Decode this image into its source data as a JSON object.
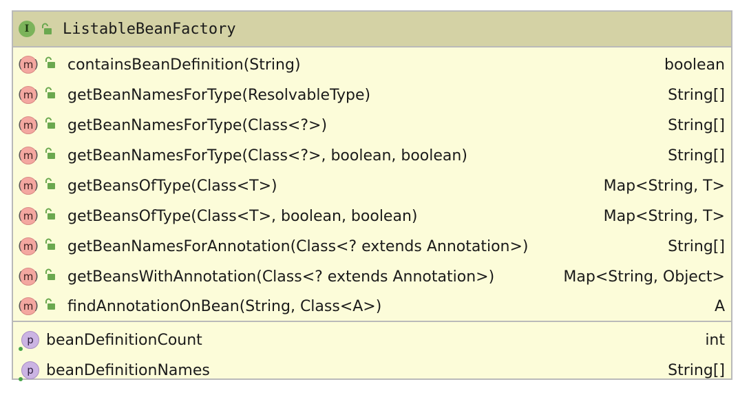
{
  "interface": {
    "icon_letter": "I",
    "name": "ListableBeanFactory"
  },
  "methods": [
    {
      "signature": "containsBeanDefinition(String)",
      "returns": "boolean"
    },
    {
      "signature": "getBeanNamesForType(ResolvableType)",
      "returns": "String[]"
    },
    {
      "signature": "getBeanNamesForType(Class<?>)",
      "returns": "String[]"
    },
    {
      "signature": "getBeanNamesForType(Class<?>, boolean, boolean)",
      "returns": "String[]"
    },
    {
      "signature": "getBeansOfType(Class<T>)",
      "returns": "Map<String, T>"
    },
    {
      "signature": "getBeansOfType(Class<T>, boolean, boolean)",
      "returns": "Map<String, T>"
    },
    {
      "signature": "getBeanNamesForAnnotation(Class<? extends Annotation>)",
      "returns": "String[]"
    },
    {
      "signature": "getBeansWithAnnotation(Class<? extends Annotation>)",
      "returns": "Map<String, Object>"
    },
    {
      "signature": "findAnnotationOnBean(String, Class<A>)",
      "returns": "A"
    }
  ],
  "properties": [
    {
      "name": "beanDefinitionCount",
      "type": "int"
    },
    {
      "name": "beanDefinitionNames",
      "type": "String[]"
    }
  ],
  "icons": {
    "method_icon_letter": "m",
    "property_icon_letter": "p",
    "visibility": "public-unlocked-icon"
  },
  "colors": {
    "header_bg": "#d4d2a5",
    "body_bg": "#fcfcd9",
    "border": "#b9b9b9",
    "interface_icon": "#7bb35a",
    "method_icon": "#f3a7a0",
    "property_icon": "#cbb4e3",
    "lock": "#6aa84f"
  }
}
